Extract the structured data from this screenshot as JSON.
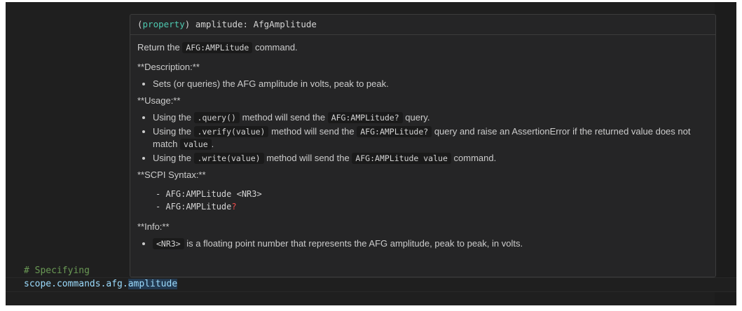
{
  "editor": {
    "lines": [
      {
        "text": "# Specifying",
        "type": "comment"
      },
      {
        "prefix": "scope.commands.afg.",
        "highlighted": "amplitude",
        "type": "code"
      }
    ]
  },
  "hover": {
    "signature": {
      "keyword": "property",
      "name": "amplitude",
      "type": "AfgAmplitude"
    },
    "intro": {
      "before": "Return the",
      "code": "AFG:AMPLitude",
      "after": "command."
    },
    "description_heading": "**Description:**",
    "description_items": [
      "Sets (or queries) the AFG amplitude in volts, peak to peak."
    ],
    "usage_heading": "**Usage:**",
    "usage_items": [
      {
        "t1": "Using the",
        "c1": ".query()",
        "t2": "method will send the",
        "c2": "AFG:AMPLitude?",
        "t3": "query."
      },
      {
        "t1": "Using the",
        "c1": ".verify(value)",
        "t2": "method will send the",
        "c2": "AFG:AMPLitude?",
        "t3": "query and raise an AssertionError if the returned value does not match",
        "c3": "value",
        "t4": "."
      },
      {
        "t1": "Using the",
        "c1": ".write(value)",
        "t2": "method will send the",
        "c2": "AFG:AMPLitude value",
        "t3": "command."
      }
    ],
    "syntax_heading": "**SCPI Syntax:**",
    "syntax_lines": [
      {
        "text": "- AFG:AMPLitude <NR3>",
        "suffix": ""
      },
      {
        "text": "- AFG:AMPLitude",
        "suffix": "?"
      }
    ],
    "info_heading": "**Info:**",
    "info_items": [
      {
        "code": "<NR3>",
        "text": "is a floating point number that represents the AFG amplitude, peak to peak, in volts."
      }
    ]
  },
  "colors": {
    "editor_bg": "#1f1f1f",
    "hover_bg": "#252526",
    "comment": "#6a9955",
    "variable": "#9cdcfe",
    "keyword": "#4ec9b0",
    "query_mark": "#f14c4c"
  }
}
